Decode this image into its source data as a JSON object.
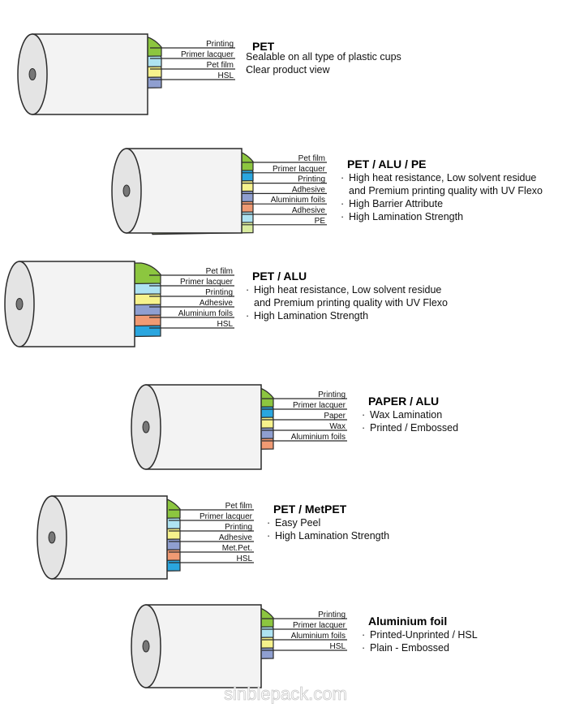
{
  "colors": {
    "Printing": "#8cc63f",
    "Pet film": "#8cc63f",
    "Paper": "#8cc63f",
    "Primer lacquer": "#2aa6df",
    "Adhesive": "#8f9fd0",
    "Aluminium foils": "#f09a73",
    "HSL": "#8f9fd0",
    "PE": "#d9ec9f",
    "Wax": "#b9dcec",
    "Met.Pet.": "#f09a73",
    "yellow": "#f6f28c",
    "lightblue": "#aee3f2",
    "core": "#f3f3f3",
    "outline": "#2b2b2b"
  },
  "structures": [
    {
      "id": "pet",
      "title": "PET",
      "layers": [
        "Printing",
        "Primer lacquer",
        "Pet film",
        "HSL"
      ],
      "bullet_char": "·",
      "bullets": [
        "Sealable on all type of plastic cups",
        "Clear product view"
      ],
      "fills": [
        "Printing",
        "lightblue",
        "yellow",
        "HSL"
      ]
    },
    {
      "id": "pet-alu-pe",
      "title": "PET / ALU / PE",
      "layers": [
        "Pet film",
        "Primer lacquer",
        "Printing",
        "Adhesive",
        "Aluminium foils",
        "Adhesive",
        "PE"
      ],
      "bullet_char": "·",
      "bullets": [
        "High heat resistance, Low solvent residue",
        "and Premium printing quality with UV Flexo",
        "High Barrier Attribute",
        "High Lamination Strength"
      ],
      "continuation": [
        false,
        true,
        false,
        false
      ],
      "fills": [
        "Pet film",
        "Primer lacquer",
        "yellow",
        "Adhesive",
        "Aluminium foils",
        "lightblue",
        "PE"
      ]
    },
    {
      "id": "pet-alu",
      "title": "PET / ALU",
      "layers": [
        "Pet film",
        "Primer lacquer",
        "Printing",
        "Adhesive",
        "Aluminium foils",
        "HSL"
      ],
      "bullet_char": "·",
      "bullets": [
        "High heat resistance, Low solvent residue",
        "and Premium printing quality with UV Flexo",
        "High Lamination Strength"
      ],
      "continuation": [
        false,
        true,
        false
      ],
      "fills": [
        "Pet film",
        "lightblue",
        "yellow",
        "Adhesive",
        "Aluminium foils",
        "Primer lacquer"
      ]
    },
    {
      "id": "paper-alu",
      "title": "PAPER / ALU",
      "layers": [
        "Printing",
        "Primer lacquer",
        "Paper",
        "Wax",
        "Aluminium foils"
      ],
      "bullet_char": "·",
      "bullets": [
        "Wax Lamination",
        "Printed / Embossed"
      ],
      "fills": [
        "Printing",
        "Primer lacquer",
        "yellow",
        "Adhesive",
        "Aluminium foils"
      ]
    },
    {
      "id": "pet-metpet",
      "title": "PET / MetPET",
      "layers": [
        "Pet film",
        "Primer lacquer",
        "Printing",
        "Adhesive",
        "Met.Pet.",
        "HSL"
      ],
      "bullet_char": "·",
      "bullets": [
        "Easy Peel",
        "High Lamination Strength"
      ],
      "fills": [
        "Pet film",
        "lightblue",
        "yellow",
        "Adhesive",
        "Met.Pet.",
        "Primer lacquer"
      ]
    },
    {
      "id": "aluminium-foil",
      "title": "Aluminium foil",
      "layers": [
        "Printing",
        "Primer lacquer",
        "Aluminium foils",
        "HSL"
      ],
      "bullet_char": "·",
      "bullets": [
        "Printed-Unprinted / HSL",
        "Plain - Embossed"
      ],
      "fills": [
        "Printing",
        "lightblue",
        "yellow",
        "HSL"
      ]
    }
  ],
  "watermark": "sinblepack.com"
}
